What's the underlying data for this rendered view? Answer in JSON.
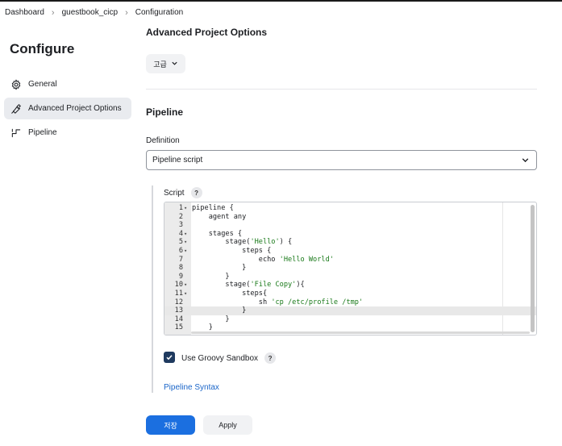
{
  "breadcrumb": {
    "items": [
      "Dashboard",
      "guestbook_cicp",
      "Configuration"
    ]
  },
  "sidebar": {
    "title": "Configure",
    "items": [
      {
        "label": "General",
        "icon": "gear-icon"
      },
      {
        "label": "Advanced Project Options",
        "icon": "wrench-icon",
        "active": true
      },
      {
        "label": "Pipeline",
        "icon": "pipeline-icon"
      }
    ]
  },
  "advanced": {
    "title": "Advanced Project Options",
    "toggle_label": "고급"
  },
  "pipeline": {
    "title": "Pipeline",
    "definition_label": "Definition",
    "definition_value": "Pipeline script",
    "script_label": "Script",
    "help_glyph": "?",
    "code_lines": [
      {
        "num": "1",
        "fold": true,
        "text": "pipeline {"
      },
      {
        "num": "2",
        "fold": false,
        "text": "    agent any"
      },
      {
        "num": "3",
        "fold": false,
        "text": ""
      },
      {
        "num": "4",
        "fold": true,
        "text": "    stages {"
      },
      {
        "num": "5",
        "fold": true,
        "text": "        stage('Hello') {"
      },
      {
        "num": "6",
        "fold": true,
        "text": "            steps {"
      },
      {
        "num": "7",
        "fold": false,
        "text": "                echo 'Hello World'"
      },
      {
        "num": "8",
        "fold": false,
        "text": "            }"
      },
      {
        "num": "9",
        "fold": false,
        "text": "        }"
      },
      {
        "num": "10",
        "fold": true,
        "text": "        stage('File Copy'){"
      },
      {
        "num": "11",
        "fold": true,
        "text": "            steps{"
      },
      {
        "num": "12",
        "fold": false,
        "text": "                sh 'cp /etc/profile /tmp'"
      },
      {
        "num": "13",
        "fold": false,
        "text": "            }",
        "highlight": true
      },
      {
        "num": "14",
        "fold": false,
        "text": "        }"
      },
      {
        "num": "15",
        "fold": false,
        "text": "    }"
      }
    ],
    "sandbox_label": "Use Groovy Sandbox",
    "sandbox_checked": true,
    "syntax_link": "Pipeline Syntax"
  },
  "actions": {
    "save_label": "저장",
    "apply_label": "Apply"
  },
  "colors": {
    "primary": "#1b6fe0",
    "link": "#1b66c9",
    "checkbox": "#1f3a5f",
    "string": "#1a7a1a"
  }
}
